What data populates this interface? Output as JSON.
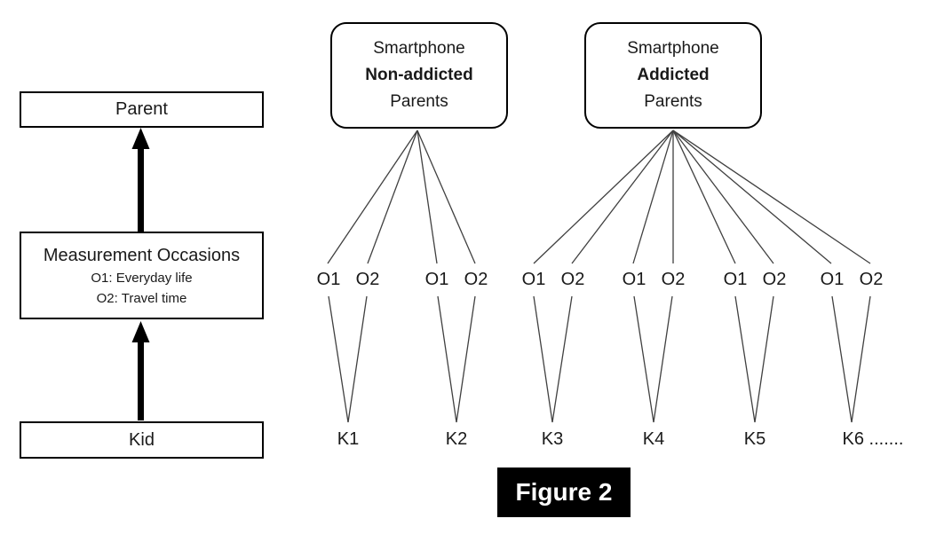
{
  "figure": {
    "caption": "Figure 2"
  },
  "colors": {
    "box_border": "#000000",
    "thin_line": "#404040",
    "arrow": "#000000",
    "caption_bg": "#000000",
    "caption_text": "#ffffff"
  },
  "left_panel": {
    "parent_label": "Parent",
    "measurement": {
      "title": "Measurement Occasions",
      "line1": "O1: Everyday life",
      "line2": "O2: Travel time"
    },
    "kid_label": "Kid"
  },
  "groups": [
    {
      "title_line1": "Smartphone",
      "title_line2": "Non-addicted",
      "title_line3": "Parents",
      "kids": [
        "K1",
        "K2"
      ]
    },
    {
      "title_line1": "Smartphone",
      "title_line2": "Addicted",
      "title_line3": "Parents",
      "kids": [
        "K3",
        "K4",
        "K5",
        "K6"
      ]
    }
  ],
  "occasions": {
    "o1": "O1",
    "o2": "O2"
  },
  "kid_labels": [
    "K1",
    "K2",
    "K3",
    "K4",
    "K5",
    "K6 ......."
  ]
}
